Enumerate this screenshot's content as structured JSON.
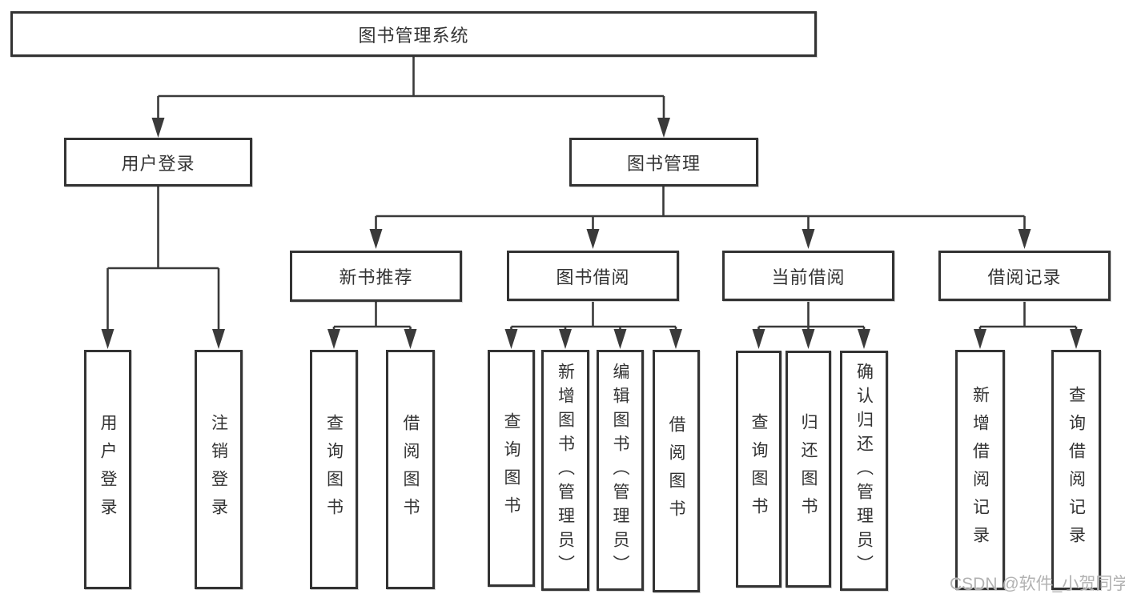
{
  "diagram": {
    "root": {
      "label": "图书管理系统",
      "children": [
        {
          "label": "用户登录",
          "children": [
            {
              "label": "用户登录"
            },
            {
              "label": "注销登录"
            }
          ]
        },
        {
          "label": "图书管理",
          "children": [
            {
              "label": "新书推荐",
              "children": [
                {
                  "label": "查询图书"
                },
                {
                  "label": "借阅图书"
                }
              ]
            },
            {
              "label": "图书借阅",
              "children": [
                {
                  "label": "查询图书"
                },
                {
                  "label": "新增图书（管理员）"
                },
                {
                  "label": "编辑图书（管理员）"
                },
                {
                  "label": "借阅图书"
                }
              ]
            },
            {
              "label": "当前借阅",
              "children": [
                {
                  "label": "查询图书"
                },
                {
                  "label": "归还图书"
                },
                {
                  "label": "确认归还（管理员）"
                }
              ]
            },
            {
              "label": "借阅记录",
              "children": [
                {
                  "label": "新增借阅记录"
                },
                {
                  "label": "查询借阅记录"
                }
              ]
            }
          ]
        }
      ]
    },
    "watermark": "CSDN @软件_小贺同学",
    "colors": {
      "line": "#3a3a3a",
      "box_border": "#333333",
      "box_fill": "#ffffff",
      "text": "#333333",
      "watermark": "#b2b2b2"
    }
  }
}
